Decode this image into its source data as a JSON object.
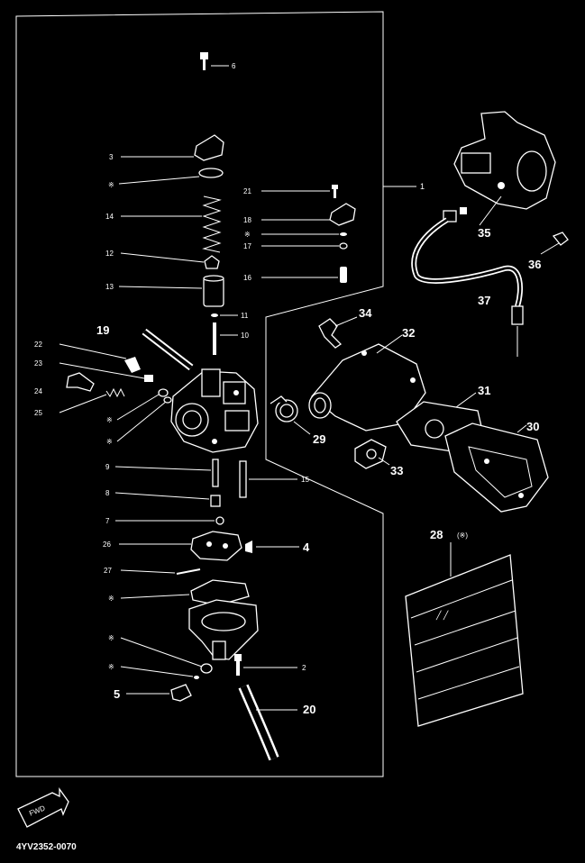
{
  "drawing_code": "4YV2352-0070",
  "fwd_label": "FWD",
  "callouts": {
    "c1": "1",
    "c2": "2",
    "c3": "3",
    "c4": "4",
    "c5": "5",
    "c6": "6",
    "c7": "7",
    "c8": "8",
    "c9": "9",
    "c10": "10",
    "c11": "11",
    "c12": "12",
    "c13": "13",
    "c14": "14",
    "c15": "15",
    "c16": "16",
    "c17": "17",
    "c18": "18",
    "c19": "19",
    "c20": "20",
    "c21": "21",
    "c22": "22",
    "c23": "23",
    "c24": "24",
    "c25": "25",
    "c26": "26",
    "c27": "27",
    "c28": "28",
    "c28_note": "(※)",
    "c29": "29",
    "c30": "30",
    "c31": "31",
    "c32": "32",
    "c33": "33",
    "c34": "34",
    "c35": "35",
    "c36": "36",
    "c37": "37",
    "star": "※"
  }
}
